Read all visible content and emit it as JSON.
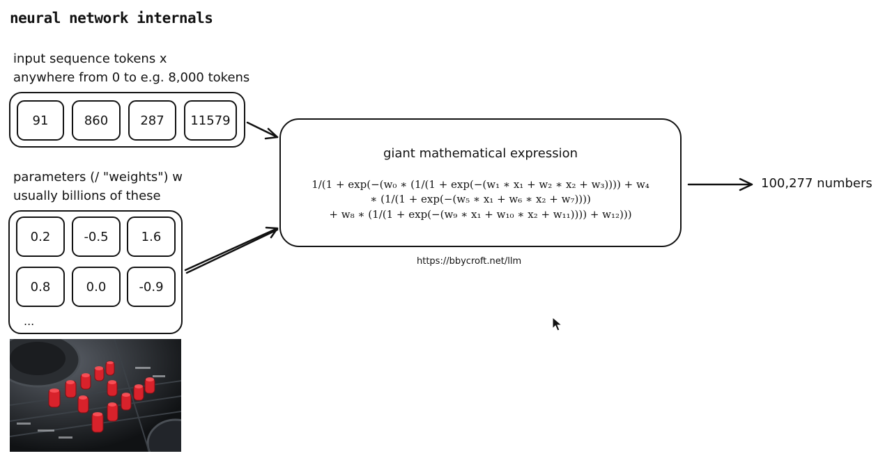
{
  "title": "neural network internals",
  "input": {
    "label_line1": "input sequence tokens x",
    "label_line2": "anywhere from 0 to e.g. 8,000 tokens",
    "tokens": [
      "91",
      "860",
      "287",
      "11579"
    ]
  },
  "params": {
    "label_line1": "parameters (/ \"weights\") w",
    "label_line2": "usually billions of these",
    "values": [
      "0.2",
      "-0.5",
      "1.6",
      "0.8",
      "0.0",
      "-0.9"
    ],
    "ellipsis": "..."
  },
  "expression": {
    "title": "giant mathematical expression",
    "line1": "1/(1 + exp(−(w₀ ∗ (1/(1 + exp(−(w₁ ∗ x₁ + w₂ ∗ x₂ + w₃)))) + w₄",
    "line2": "∗ (1/(1 + exp(−(w₅ ∗ x₁ + w₆ ∗ x₂ + w₇))))",
    "line3": "+ w₈ ∗ (1/(1 + exp(−(w₉ ∗ x₁ + w₁₀ ∗ x₂ + w₁₁)))) + w₁₂)))"
  },
  "url": "https://bbycroft.net/llm",
  "output_label": "100,277 numbers",
  "colors": {
    "ink": "#111111",
    "background": "#ffffff",
    "knob_red": "#d8222b",
    "device_dark": "#15171a"
  },
  "icons": [
    "mouse-cursor-icon"
  ]
}
